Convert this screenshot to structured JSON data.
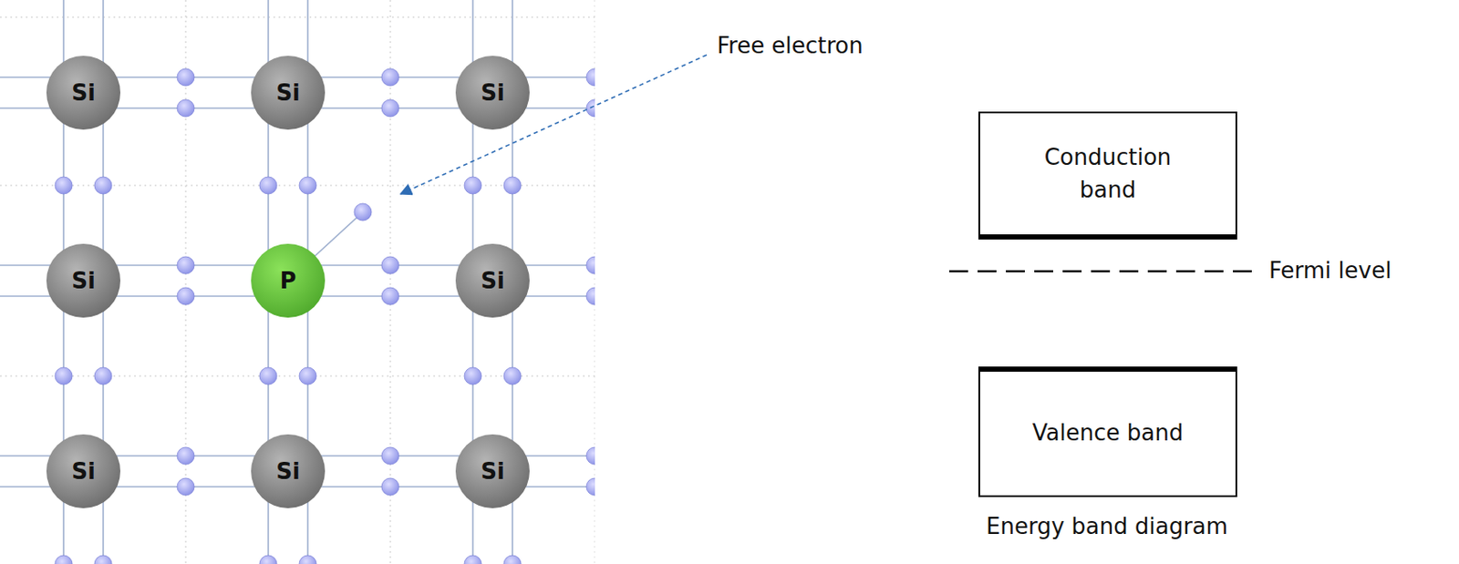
{
  "diagram": {
    "caption": "Energy band diagram",
    "nodes": [
      {
        "text": [
          "Si"
        ]
      },
      {
        "text": [
          "Si"
        ]
      },
      {
        "text": [
          "Si"
        ]
      },
      {
        "text": [
          "Si"
        ]
      },
      {
        "text": [
          "P"
        ]
      },
      {
        "text": [
          "Si"
        ]
      },
      {
        "text": [
          "Si"
        ]
      },
      {
        "text": [
          "Si"
        ]
      },
      {
        "text": [
          "Si"
        ]
      },
      {
        "text": [
          "Conduction band"
        ]
      },
      {
        "text": [
          "Valence band"
        ]
      }
    ],
    "labels": [
      "Free electron",
      "Fermi level"
    ]
  }
}
